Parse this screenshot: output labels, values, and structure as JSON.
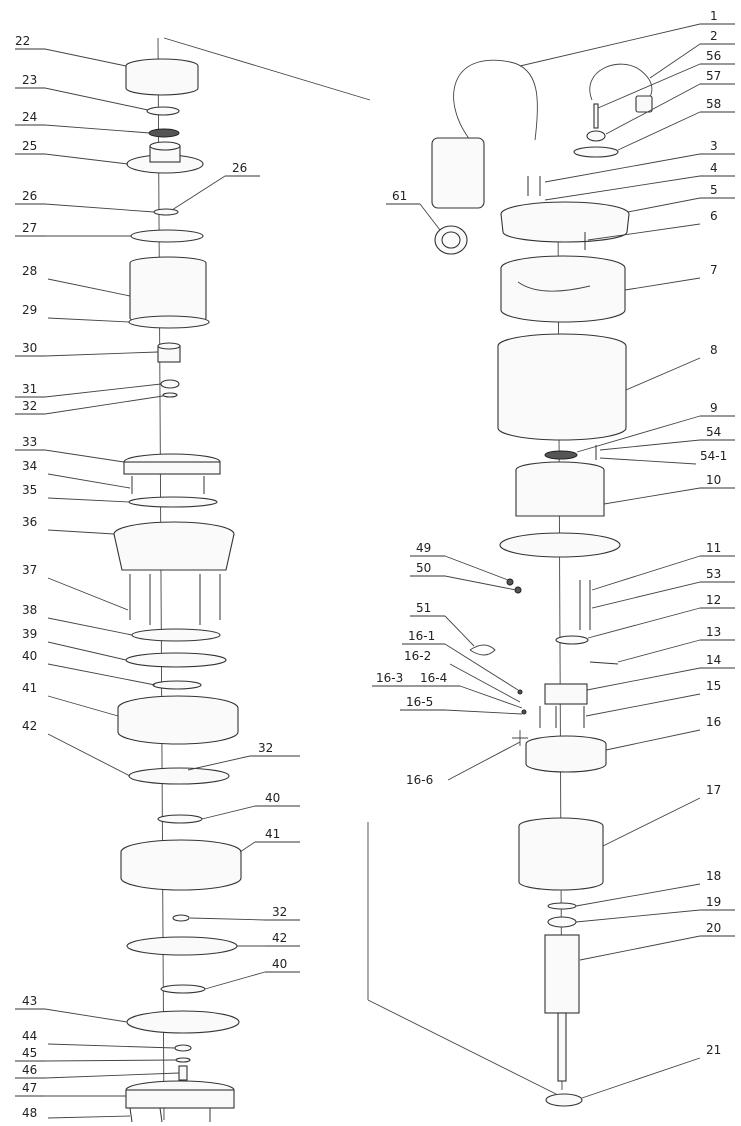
{
  "labels": {
    "l22": "22",
    "l23": "23",
    "l24": "24",
    "l25": "25",
    "l26": "26",
    "l26b": "26",
    "l27": "27",
    "l28": "28",
    "l29": "29",
    "l30": "30",
    "l31": "31",
    "l32": "32",
    "l33": "33",
    "l34": "34",
    "l35": "35",
    "l36": "36",
    "l37": "37",
    "l38": "38",
    "l39": "39",
    "l40": "40",
    "l41": "41",
    "l42": "42",
    "l32b": "32",
    "l40b": "40",
    "l41b": "41",
    "l32c": "32",
    "l42b": "42",
    "l40c": "40",
    "l43": "43",
    "l44": "44",
    "l45": "45",
    "l46": "46",
    "l47": "47",
    "l48": "48",
    "r1": "1",
    "r2": "2",
    "r56": "56",
    "r57": "57",
    "r58": "58",
    "r3": "3",
    "r4": "4",
    "r61": "61",
    "r5": "5",
    "r6": "6",
    "r7": "7",
    "r8": "8",
    "r9": "9",
    "r54": "54",
    "r541": "54-1",
    "r10": "10",
    "r49": "49",
    "r11": "11",
    "r50": "50",
    "r53": "53",
    "r12": "12",
    "r51": "51",
    "r13": "13",
    "r161": "16-1",
    "r162": "16-2",
    "r14": "14",
    "r163": "16-3",
    "r164": "16-4",
    "r15": "15",
    "r165": "16-5",
    "r16": "16",
    "r166": "16-6",
    "r17": "17",
    "r18": "18",
    "r19": "19",
    "r20": "20",
    "r21": "21"
  }
}
